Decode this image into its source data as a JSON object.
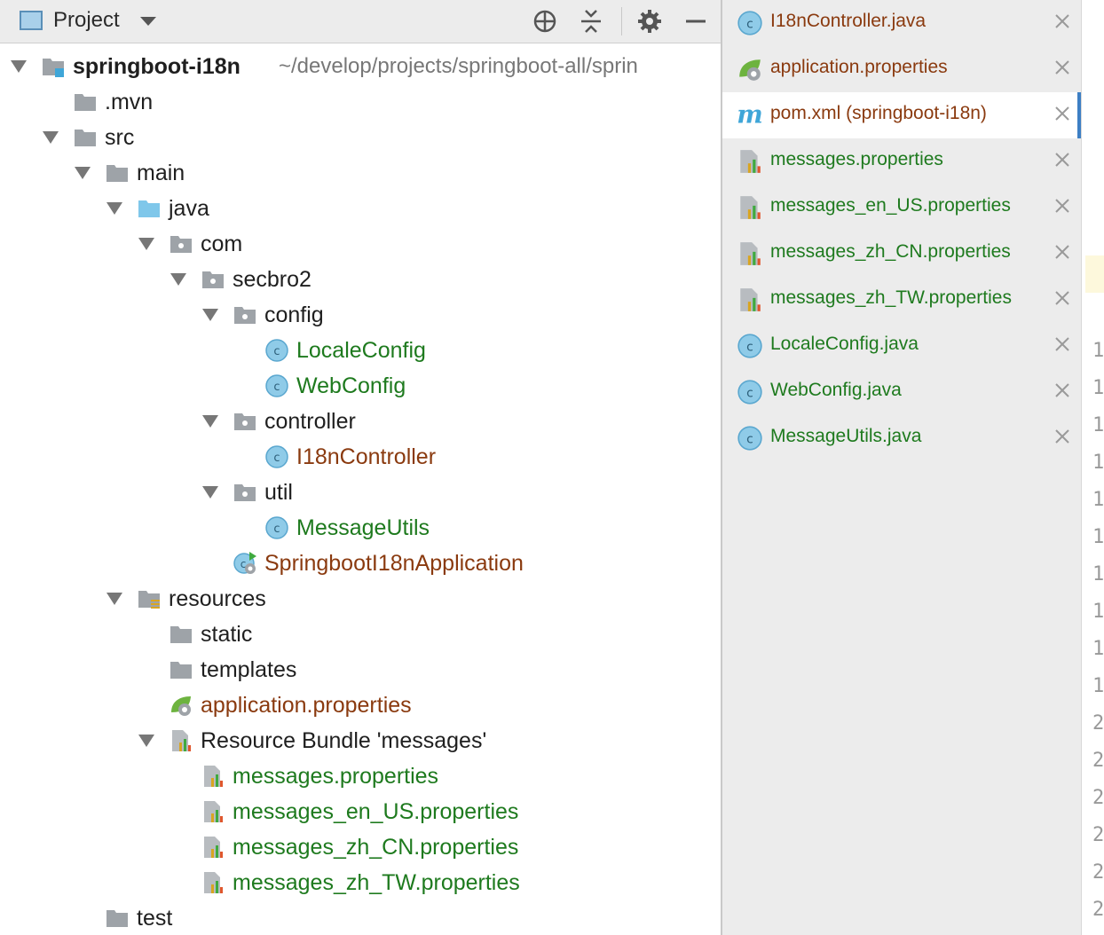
{
  "project_panel": {
    "title": "Project",
    "toolbar_icons": [
      "locate-icon",
      "collapse-all-icon",
      "gear-icon",
      "minimize-icon"
    ],
    "tree": [
      {
        "label": "springboot-i18n",
        "suffix": "~/develop/projects/springboot-all/sprin",
        "icon": "module-folder-icon",
        "level": 0,
        "expanded": true,
        "color": "default",
        "bold": true
      },
      {
        "label": ".mvn",
        "icon": "folder-icon",
        "level": 1,
        "expanded": false,
        "color": "default"
      },
      {
        "label": "src",
        "icon": "folder-icon",
        "level": 1,
        "expanded": true,
        "color": "default"
      },
      {
        "label": "main",
        "icon": "folder-icon",
        "level": 2,
        "expanded": true,
        "color": "default"
      },
      {
        "label": "java",
        "icon": "source-folder-icon",
        "level": 3,
        "expanded": true,
        "color": "default"
      },
      {
        "label": "com",
        "icon": "package-icon",
        "level": 4,
        "expanded": true,
        "color": "default"
      },
      {
        "label": "secbro2",
        "icon": "package-icon",
        "level": 5,
        "expanded": true,
        "color": "default"
      },
      {
        "label": "config",
        "icon": "package-icon",
        "level": 6,
        "expanded": true,
        "color": "default"
      },
      {
        "label": "LocaleConfig",
        "icon": "java-class-icon",
        "level": 7,
        "color": "green"
      },
      {
        "label": "WebConfig",
        "icon": "java-class-icon",
        "level": 7,
        "color": "green"
      },
      {
        "label": "controller",
        "icon": "package-icon",
        "level": 6,
        "expanded": true,
        "color": "default"
      },
      {
        "label": "I18nController",
        "icon": "java-class-icon",
        "level": 7,
        "color": "brown"
      },
      {
        "label": "util",
        "icon": "package-icon",
        "level": 6,
        "expanded": true,
        "color": "default"
      },
      {
        "label": "MessageUtils",
        "icon": "java-class-icon",
        "level": 7,
        "color": "green"
      },
      {
        "label": "SpringbootI18nApplication",
        "icon": "spring-boot-app-icon",
        "level": 6,
        "color": "brown"
      },
      {
        "label": "resources",
        "icon": "resources-folder-icon",
        "level": 3,
        "expanded": true,
        "color": "default"
      },
      {
        "label": "static",
        "icon": "folder-icon",
        "level": 4,
        "color": "default"
      },
      {
        "label": "templates",
        "icon": "folder-icon",
        "level": 4,
        "color": "default"
      },
      {
        "label": "application.properties",
        "icon": "spring-properties-icon",
        "level": 4,
        "color": "brown"
      },
      {
        "label": "Resource Bundle 'messages'",
        "icon": "resource-bundle-icon",
        "level": 4,
        "expanded": true,
        "color": "default"
      },
      {
        "label": "messages.properties",
        "icon": "properties-file-icon",
        "level": 5,
        "color": "green"
      },
      {
        "label": "messages_en_US.properties",
        "icon": "properties-file-icon",
        "level": 5,
        "color": "green"
      },
      {
        "label": "messages_zh_CN.properties",
        "icon": "properties-file-icon",
        "level": 5,
        "color": "green"
      },
      {
        "label": "messages_zh_TW.properties",
        "icon": "properties-file-icon",
        "level": 5,
        "color": "green"
      },
      {
        "label": "test",
        "icon": "folder-icon",
        "level": 2,
        "expanded": false,
        "color": "default"
      }
    ]
  },
  "recent_files": [
    {
      "label": "I18nController.java",
      "icon": "java-class-icon",
      "color": "brown"
    },
    {
      "label": "application.properties",
      "icon": "spring-properties-icon",
      "color": "brown"
    },
    {
      "label": "pom.xml (springboot-i18n)",
      "icon": "maven-icon",
      "color": "brown",
      "selected": true
    },
    {
      "label": "messages.properties",
      "icon": "properties-file-icon",
      "color": "green"
    },
    {
      "label": "messages_en_US.properties",
      "icon": "properties-file-icon",
      "color": "green"
    },
    {
      "label": "messages_zh_CN.properties",
      "icon": "properties-file-icon",
      "color": "green"
    },
    {
      "label": "messages_zh_TW.properties",
      "icon": "properties-file-icon",
      "color": "green"
    },
    {
      "label": "LocaleConfig.java",
      "icon": "java-class-icon",
      "color": "green"
    },
    {
      "label": "WebConfig.java",
      "icon": "java-class-icon",
      "color": "green"
    },
    {
      "label": "MessageUtils.java",
      "icon": "java-class-icon",
      "color": "green"
    }
  ],
  "editor_gutter": [
    "1",
    "1",
    "1",
    "1",
    "1",
    "1",
    "1",
    "1",
    "1",
    "1",
    "2",
    "2",
    "2",
    "2",
    "2",
    "2"
  ],
  "colors": {
    "green": "#1e7a1e",
    "brown": "#8a3a0f",
    "selection_marker": "#3d7fc4"
  }
}
